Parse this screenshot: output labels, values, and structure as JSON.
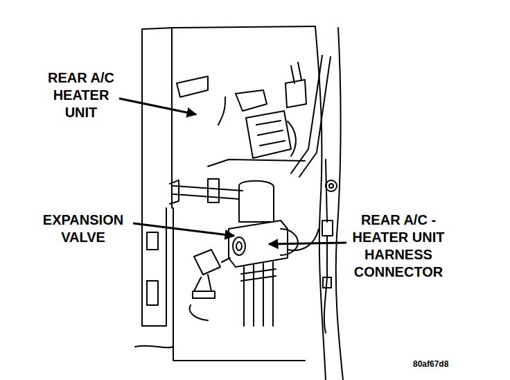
{
  "diagram": {
    "labels": [
      "REAR A/C HEATER UNIT",
      "EXPANSION VALVE",
      "REAR A/C - HEATER UNIT HARNESS CONNECTOR",
      "80af67d8"
    ]
  }
}
